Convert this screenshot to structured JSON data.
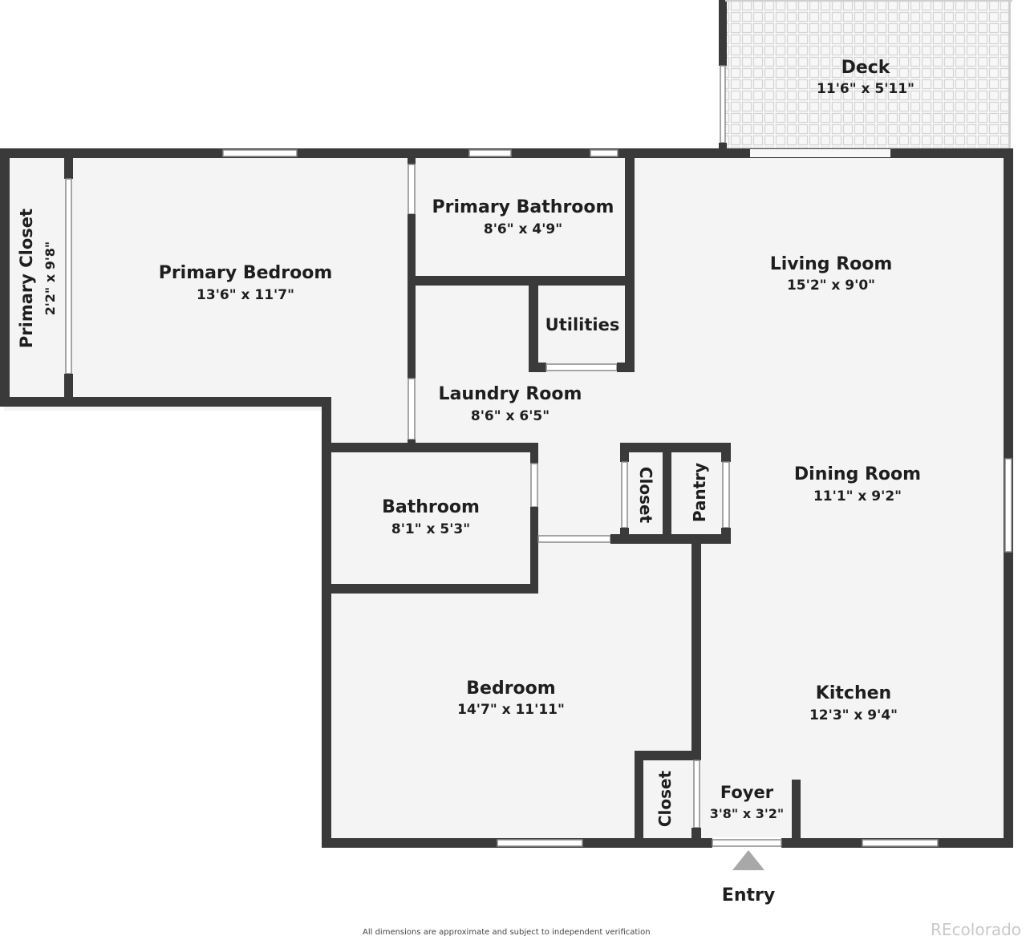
{
  "rooms": {
    "deck": {
      "name": "Deck",
      "dims": "11'6\" x 5'11\""
    },
    "primary_closet": {
      "name": "Primary Closet",
      "dims": "2'2\" x 9'8\""
    },
    "primary_bedroom": {
      "name": "Primary Bedroom",
      "dims": "13'6\" x 11'7\""
    },
    "primary_bathroom": {
      "name": "Primary Bathroom",
      "dims": "8'6\" x 4'9\""
    },
    "living_room": {
      "name": "Living Room",
      "dims": "15'2\" x 9'0\""
    },
    "utilities": {
      "name": "Utilities"
    },
    "laundry_room": {
      "name": "Laundry Room",
      "dims": "8'6\" x 6'5\""
    },
    "dining_room": {
      "name": "Dining Room",
      "dims": "11'1\" x 9'2\""
    },
    "closet_hall": {
      "name": "Closet"
    },
    "pantry": {
      "name": "Pantry"
    },
    "bathroom": {
      "name": "Bathroom",
      "dims": "8'1\" x 5'3\""
    },
    "bedroom": {
      "name": "Bedroom",
      "dims": "14'7\" x 11'11\""
    },
    "kitchen": {
      "name": "Kitchen",
      "dims": "12'3\" x 9'4\""
    },
    "closet_bedroom": {
      "name": "Closet"
    },
    "foyer": {
      "name": "Foyer",
      "dims": "3'8\" x 3'2\""
    }
  },
  "entry_label": "Entry",
  "footer_note": "All dimensions are approximate and subject to independent verification",
  "watermark": "REcolorado",
  "colors": {
    "wall": "#3a3a3a",
    "floor": "#f4f4f4",
    "deck_tile": "#e6e6e6",
    "entry_arrow": "#a8a8a8"
  }
}
